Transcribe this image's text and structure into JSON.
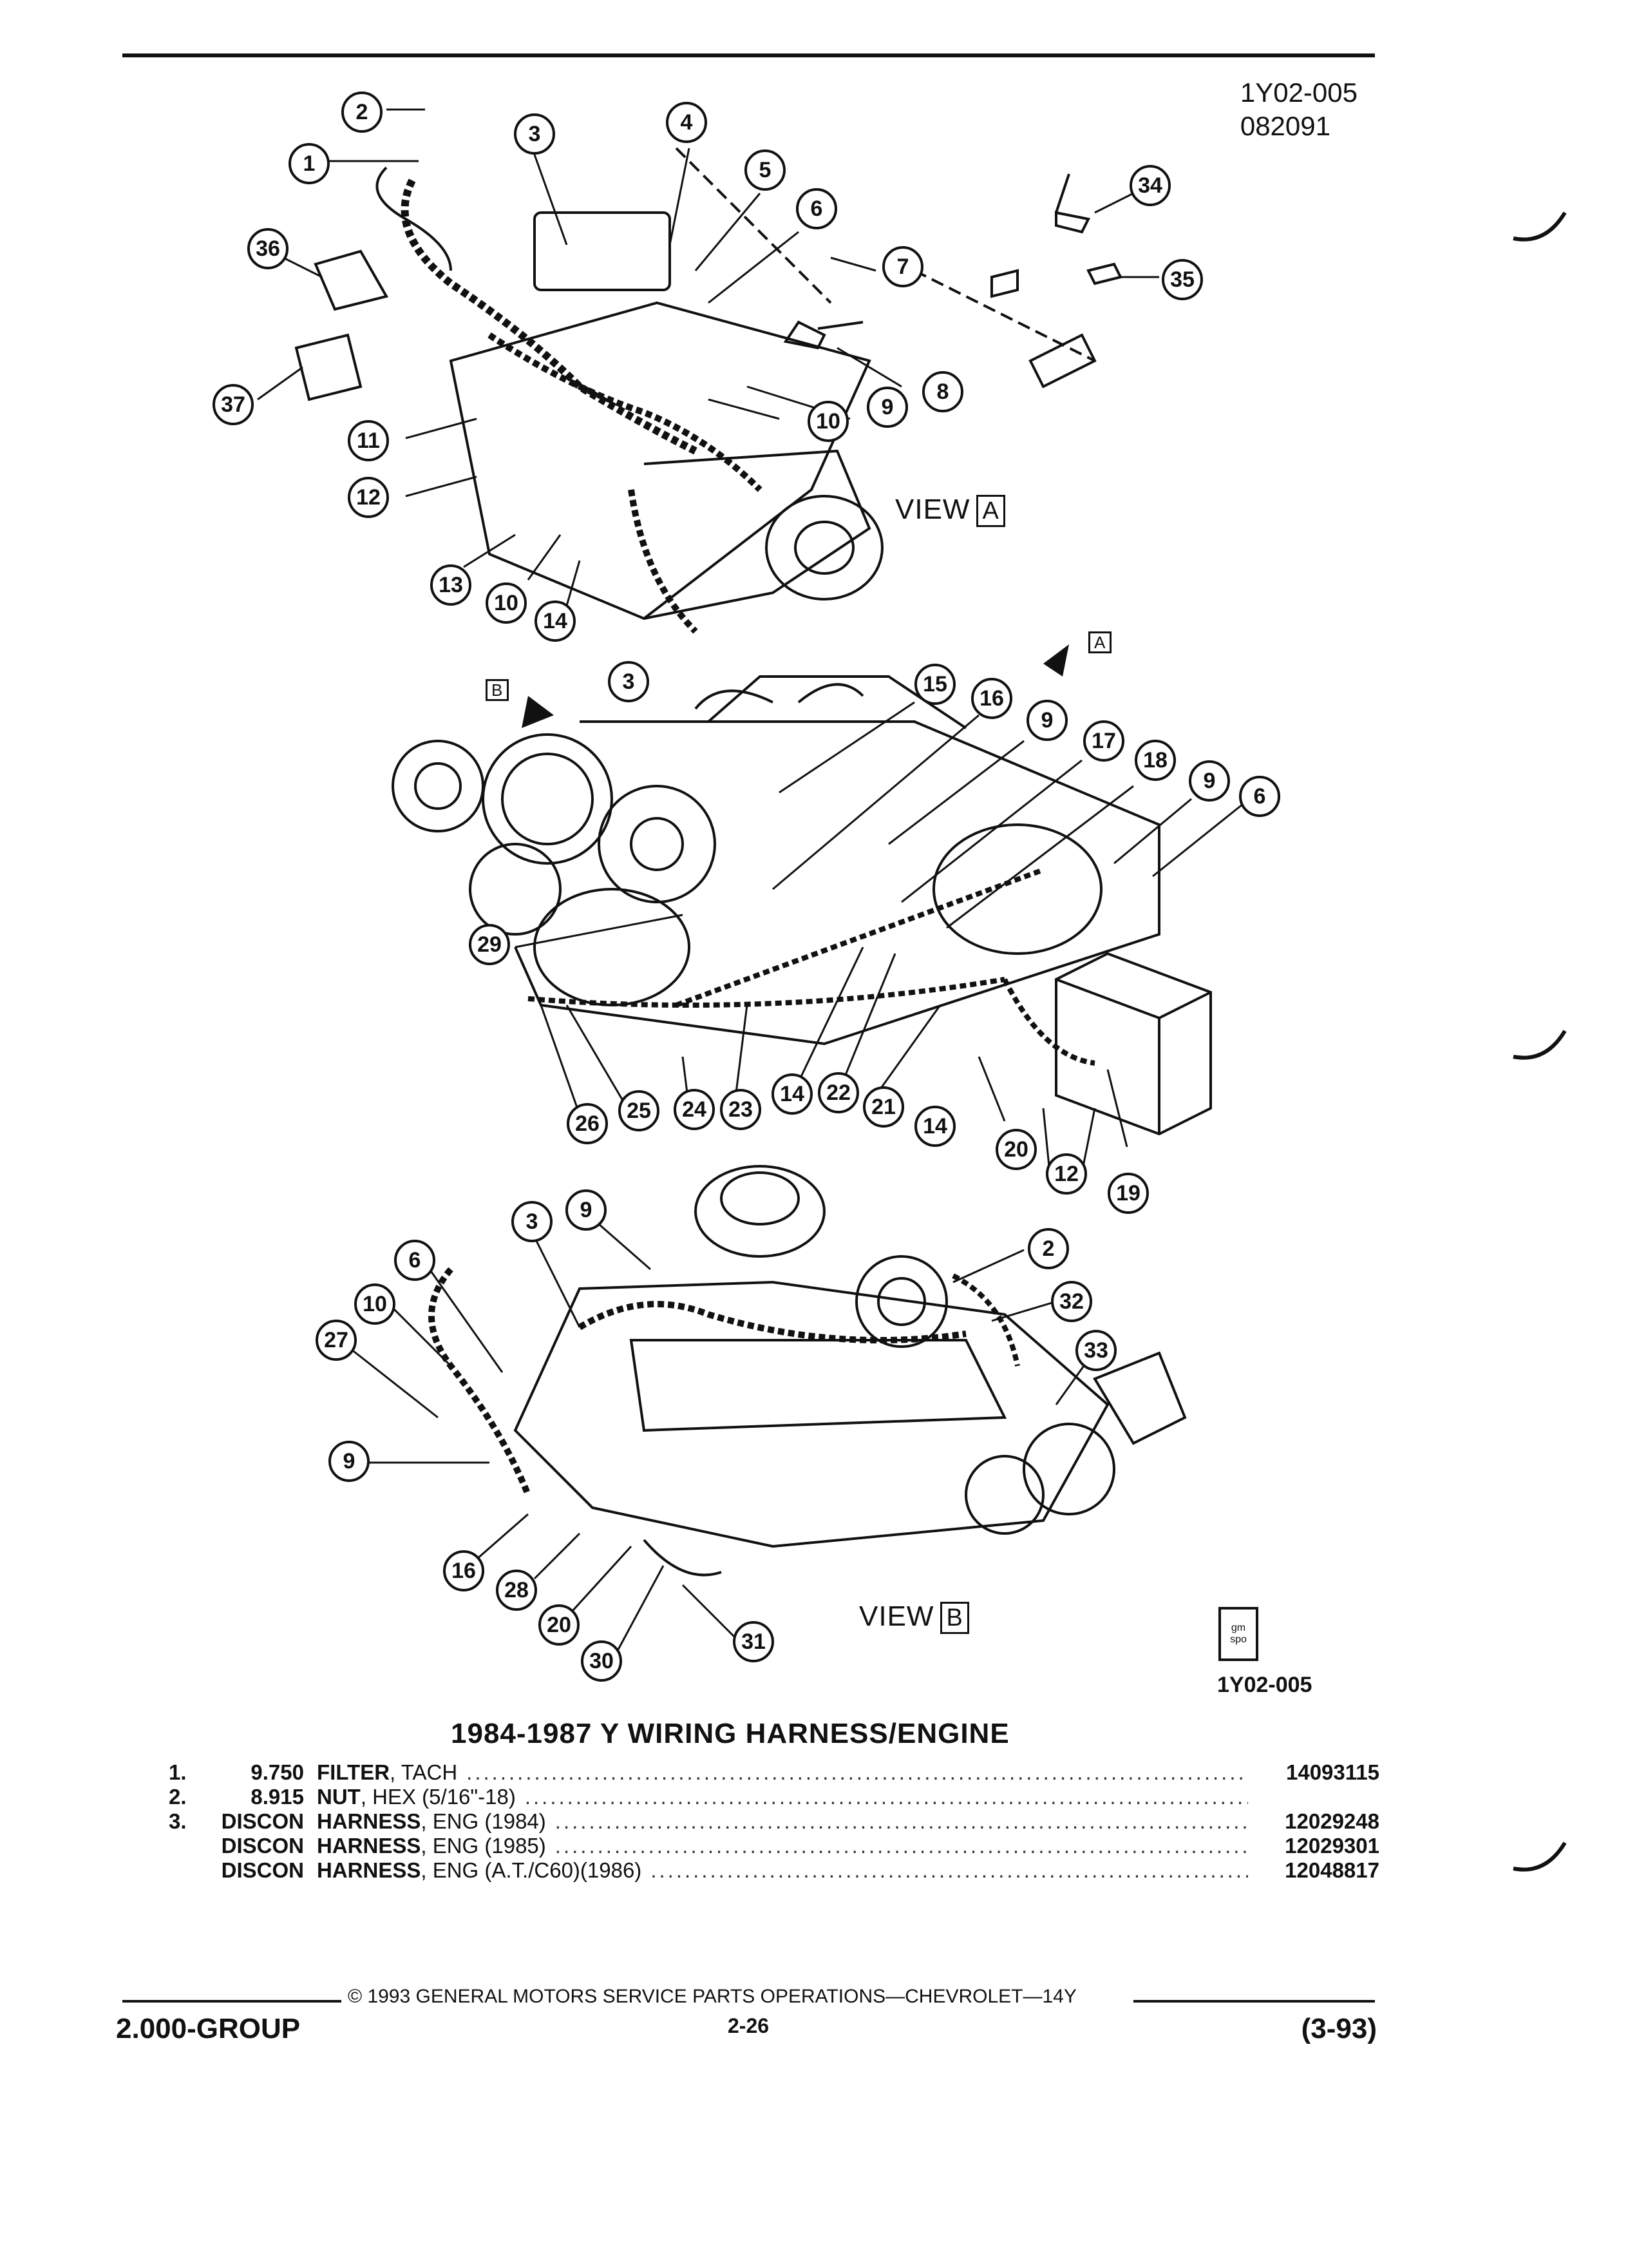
{
  "header": {
    "doc_id": "1Y02-005",
    "date_code": "082091"
  },
  "views": {
    "view_a": {
      "label": "VIEW",
      "key": "A"
    },
    "view_b": {
      "label": "VIEW",
      "key": "B"
    },
    "arrow_a": "A",
    "arrow_b": "B"
  },
  "callouts": {
    "top": [
      "2",
      "1",
      "3",
      "4",
      "5",
      "6",
      "36",
      "7",
      "34",
      "35",
      "37",
      "8",
      "9",
      "10",
      "11",
      "12",
      "13",
      "10",
      "14"
    ],
    "middle": [
      "3",
      "15",
      "16",
      "9",
      "17",
      "18",
      "9",
      "6",
      "29",
      "26",
      "25",
      "24",
      "23",
      "14",
      "22",
      "21",
      "14",
      "20",
      "12",
      "19"
    ],
    "bottom": [
      "3",
      "9",
      "2",
      "32",
      "33",
      "6",
      "10",
      "27",
      "9",
      "16",
      "28",
      "20",
      "30",
      "31"
    ]
  },
  "logo": {
    "line1": "gm",
    "line2": "spo"
  },
  "figure_id": "1Y02-005",
  "parts_list": {
    "title": "1984-1987 Y WIRING HARNESS/ENGINE",
    "rows": [
      {
        "no": "1.",
        "code": "9.750",
        "name": "FILTER",
        "sub": ", TACH",
        "part": "14093115"
      },
      {
        "no": "2.",
        "code": "8.915",
        "name": "NUT",
        "sub": ", HEX (5/16\"-18)",
        "part": ""
      },
      {
        "no": "3.",
        "code": "DISCON",
        "name": "HARNESS",
        "sub": ", ENG (1984)",
        "part": "12029248"
      },
      {
        "no": "",
        "code": "DISCON",
        "name": "HARNESS",
        "sub": ", ENG (1985)",
        "part": "12029301"
      },
      {
        "no": "",
        "code": "DISCON",
        "name": "HARNESS",
        "sub": ", ENG (A.T./C60)(1986)",
        "part": "12048817"
      }
    ]
  },
  "footer": {
    "copyright": "© 1993 GENERAL MOTORS SERVICE PARTS OPERATIONS—CHEVROLET—14Y",
    "group": "2.000-GROUP",
    "page": "2-26",
    "revision": "(3-93)"
  }
}
